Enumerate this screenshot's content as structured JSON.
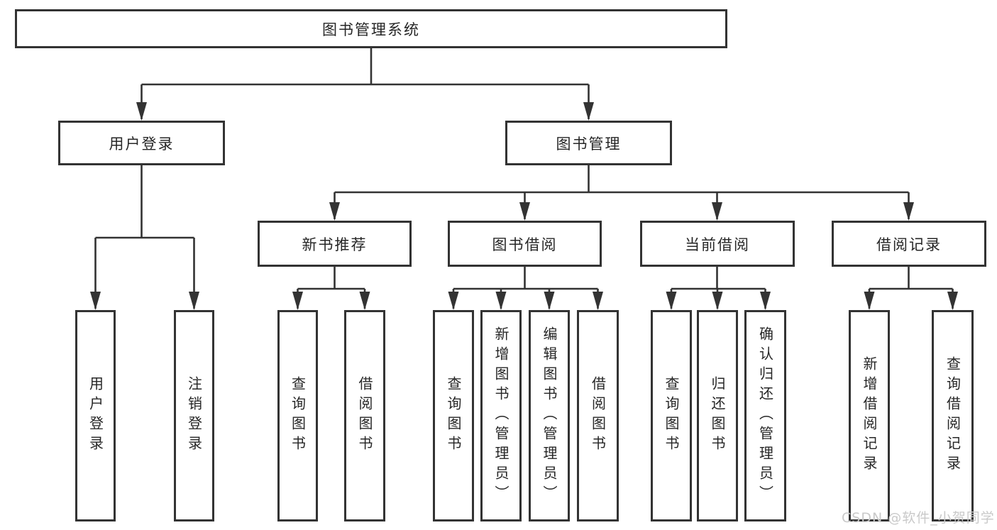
{
  "tree": {
    "label": "图书管理系统",
    "children": [
      {
        "label": "用户登录",
        "children": [
          {
            "label": "用户登录"
          },
          {
            "label": "注销登录"
          }
        ]
      },
      {
        "label": "图书管理",
        "children": [
          {
            "label": "新书推荐",
            "children": [
              {
                "label": "查询图书"
              },
              {
                "label": "借阅图书"
              }
            ]
          },
          {
            "label": "图书借阅",
            "children": [
              {
                "label": "查询图书"
              },
              {
                "label": "新增图书（管理员）"
              },
              {
                "label": "编辑图书（管理员）"
              },
              {
                "label": "借阅图书"
              }
            ]
          },
          {
            "label": "当前借阅",
            "children": [
              {
                "label": "查询图书"
              },
              {
                "label": "归还图书"
              },
              {
                "label": "确认归还（管理员）"
              }
            ]
          },
          {
            "label": "借阅记录",
            "children": [
              {
                "label": "新增借阅记录"
              },
              {
                "label": "查询借阅记录"
              }
            ]
          }
        ]
      }
    ]
  },
  "watermark": {
    "text": "CSDN @软件_小贺同学"
  },
  "colors": {
    "line": "#333333",
    "box_border": "#333333",
    "box_background": "#ffffff",
    "text": "#262626",
    "watermark": "#c9c9c9",
    "page_background": "#ffffff"
  }
}
